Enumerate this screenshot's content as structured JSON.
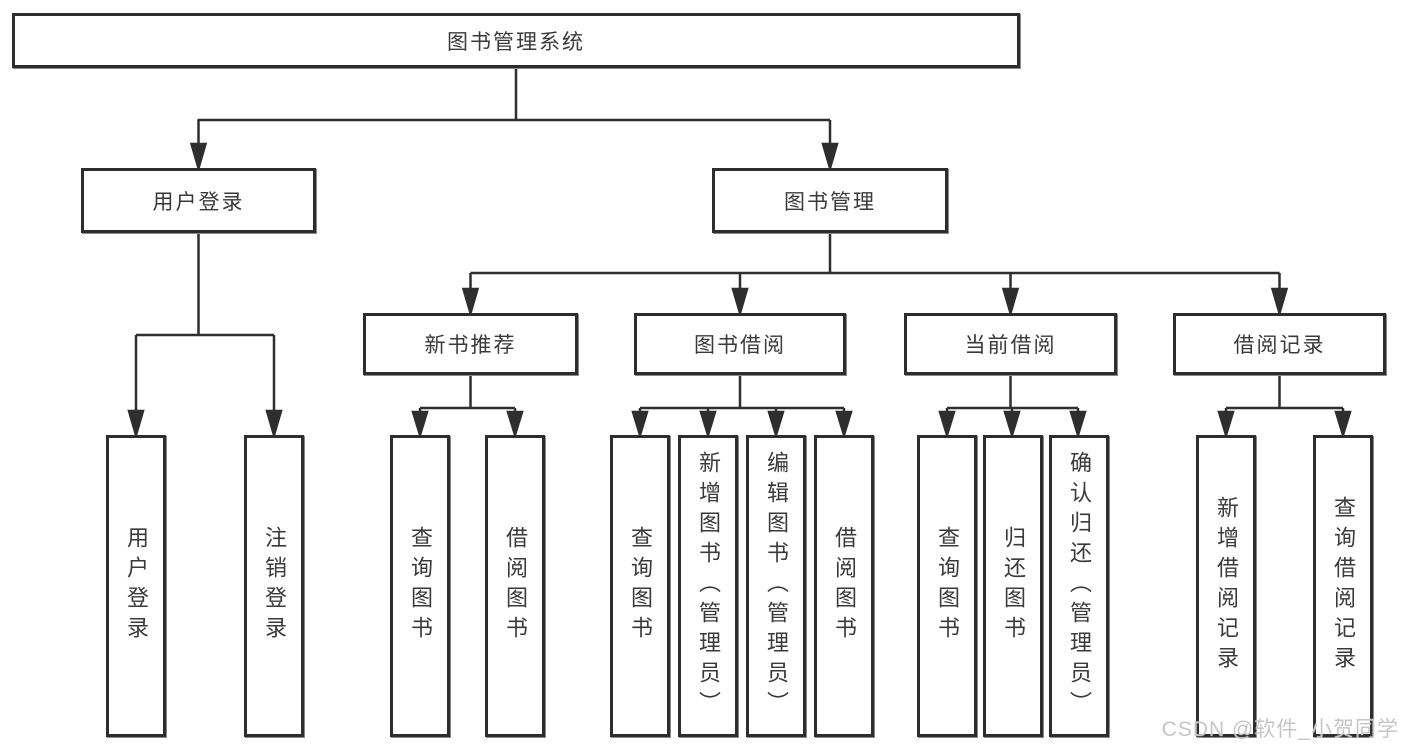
{
  "diagram": {
    "type": "hierarchy-tree",
    "colors": {
      "background": "#ffffff",
      "box_border": "#2d2d2d",
      "connector_line": "#2e2e2e",
      "node_text": "#3a3a3a",
      "watermark_text": "#c6c6c6"
    },
    "tree": {
      "root": {
        "label": "图书管理系统",
        "children": [
          {
            "label": "用户登录",
            "children": [
              {
                "label": "用户登录"
              },
              {
                "label": "注销登录"
              }
            ]
          },
          {
            "label": "图书管理",
            "children": [
              {
                "label": "新书推荐",
                "children": [
                  {
                    "label": "查询图书"
                  },
                  {
                    "label": "借阅图书"
                  }
                ]
              },
              {
                "label": "图书借阅",
                "children": [
                  {
                    "label": "查询图书"
                  },
                  {
                    "label": "新增图书（管理员）"
                  },
                  {
                    "label": "编辑图书（管理员）"
                  },
                  {
                    "label": "借阅图书"
                  }
                ]
              },
              {
                "label": "当前借阅",
                "children": [
                  {
                    "label": "查询图书"
                  },
                  {
                    "label": "归还图书"
                  },
                  {
                    "label": "确认归还（管理员）"
                  }
                ]
              },
              {
                "label": "借阅记录",
                "children": [
                  {
                    "label": "新增借阅记录"
                  },
                  {
                    "label": "查询借阅记录"
                  }
                ]
              }
            ]
          }
        ]
      }
    },
    "watermark": {
      "text": "CSDN @软件_小贺同学"
    }
  }
}
